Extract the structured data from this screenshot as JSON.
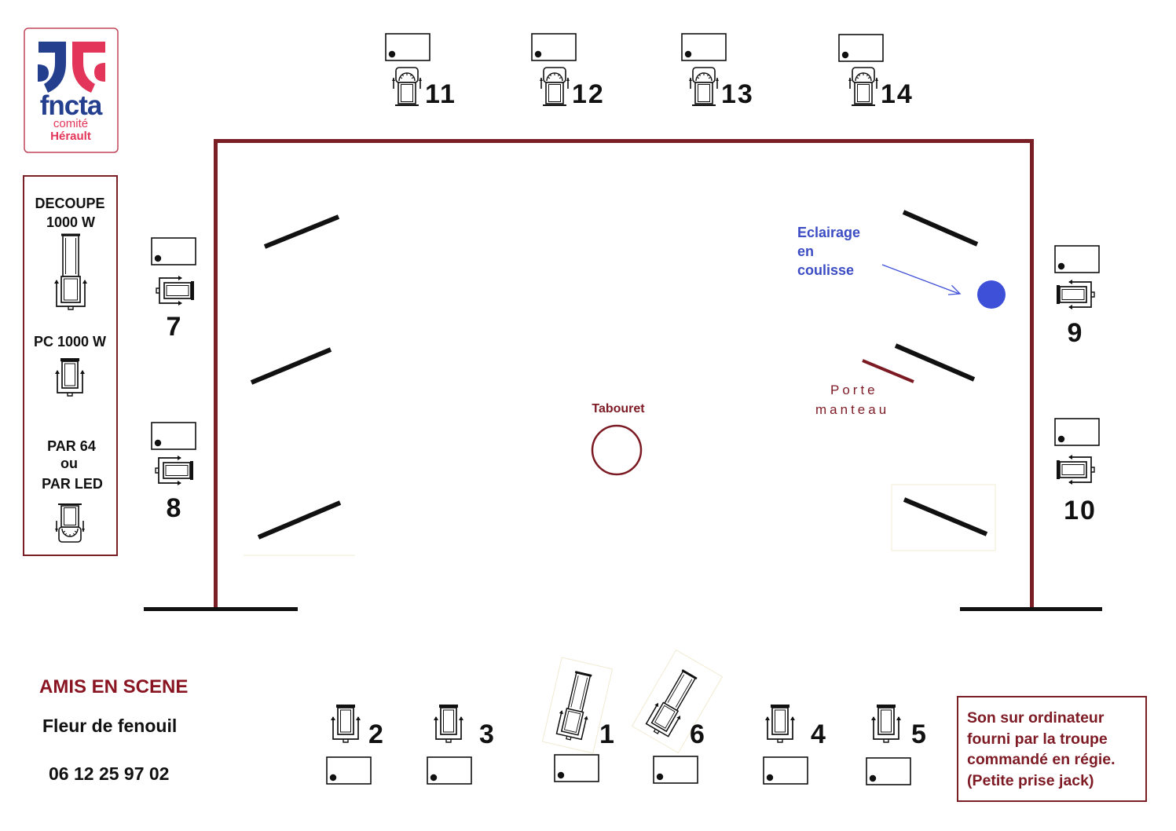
{
  "logo": {
    "wordmark": "fncta",
    "line1": "comité",
    "line2": "Hérault",
    "icon": "fncta-logo"
  },
  "legend": {
    "decoupe": {
      "line1": "DECOUPE",
      "line2": "1000 W",
      "icon": "decoupe-lamp-icon"
    },
    "pc": {
      "label": "PC 1000 W",
      "icon": "pc-lamp-icon"
    },
    "par": {
      "line1": "PAR 64",
      "line2": "ou",
      "line3": "PAR LED",
      "icon": "par-lamp-icon"
    }
  },
  "fixtures": {
    "top": {
      "icon": "par-lamp-icon",
      "numbers": [
        "11",
        "12",
        "13",
        "14"
      ]
    },
    "left": {
      "icon": "pc-lamp-icon",
      "numbers": [
        "7",
        "8"
      ]
    },
    "right": {
      "icon": "pc-lamp-icon",
      "numbers": [
        "9",
        "10"
      ]
    },
    "front": [
      {
        "number": "2",
        "icon": "pc-lamp-icon"
      },
      {
        "number": "3",
        "icon": "pc-lamp-icon"
      },
      {
        "number": "1",
        "icon": "decoupe-lamp-icon"
      },
      {
        "number": "6",
        "icon": "decoupe-lamp-icon"
      },
      {
        "number": "4",
        "icon": "pc-lamp-icon"
      },
      {
        "number": "5",
        "icon": "pc-lamp-icon"
      }
    ]
  },
  "stage": {
    "offstage_light": [
      "Eclairage",
      "en",
      "coulisse"
    ],
    "coat_rack": [
      "Porte",
      "manteau"
    ],
    "stool": "Tabouret"
  },
  "company": {
    "name": "AMIS EN SCENE",
    "show": "Fleur de fenouil",
    "phone": "06 12 25 97 02"
  },
  "sound_note": [
    "Son sur ordinateur",
    "fourni par la troupe",
    "commandé en régie.",
    "(Petite prise jack)"
  ],
  "colors": {
    "stage_outline": "#7b1f27",
    "dark_red_text": "#7d1a24",
    "blue_annotation": "#3b4cc4",
    "offstage_light_dot": "#3e4fd8",
    "logo_blue": "#253f8f",
    "logo_red": "#e23559"
  }
}
